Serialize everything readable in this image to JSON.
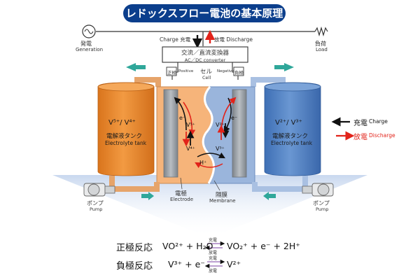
{
  "title": "レドックスフロー電池の基本原理",
  "generation": {
    "jp": "発電",
    "en": "Generation"
  },
  "load": {
    "jp": "負荷",
    "en": "Load"
  },
  "top_labels": {
    "charge": "Charge 充電",
    "discharge": "放電 Discharge"
  },
  "converter": {
    "jp": "交流／直流変換器",
    "en": "AC／DC converter"
  },
  "cell": {
    "jp": "セル",
    "en": "Cell"
  },
  "positive": {
    "jp": "正極",
    "en": "Positive"
  },
  "negative": {
    "jp": "負極",
    "en": "Negative"
  },
  "left_tank": {
    "ions": "V⁵⁺/ V⁴⁺",
    "jp": "電解液タンク",
    "en": "Electrolyte tank"
  },
  "right_tank": {
    "ions": "V²⁺/ V³⁺",
    "jp": "電解液タンク",
    "en": "Electrolyte tank"
  },
  "cell_ions": {
    "v5": "V⁵⁺",
    "v4": "V⁴⁺",
    "v2": "V²⁺",
    "v3": "V³⁺",
    "electron": "e⁻",
    "proton": "H⁺"
  },
  "electrode": {
    "jp": "電極",
    "en": "Electrode"
  },
  "membrane": {
    "jp": "隔膜",
    "en": "Membrane"
  },
  "pump_left": {
    "jp": "ポンプ",
    "en": "Pump"
  },
  "pump_right": {
    "jp": "ポンプ",
    "en": "Pump"
  },
  "legend": {
    "charge": "充電",
    "charge_en": "Charge",
    "discharge": "放電",
    "discharge_en": "Discharge"
  },
  "reactions": {
    "positive_head": "正極反応",
    "positive_left": "VO²⁺ + H₂O",
    "positive_right": "VO₂⁺ + e⁻ + 2H⁺",
    "negative_head": "負極反応",
    "negative_left": "V³⁺ + e⁻",
    "negative_right": "V²⁺",
    "charge_small": "充電",
    "discharge_small": "放電"
  },
  "colors": {
    "navy": "#0b3e8c",
    "orange_tank": "#ee8b2e",
    "blue_tank": "#4f7fc2",
    "cell_orange": "#f6b47a",
    "cell_blue": "#9ab5dc",
    "teal": "#2fa79a",
    "red": "#e2231a",
    "electrode": "#9aa0a6"
  }
}
